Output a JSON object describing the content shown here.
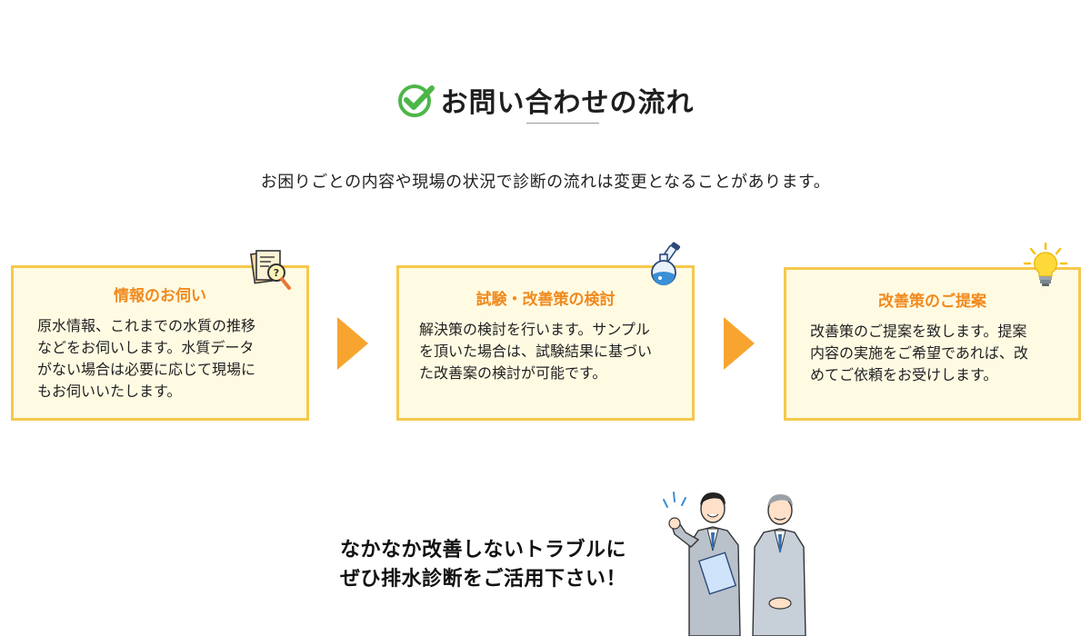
{
  "header": {
    "title": "お問い合わせの流れ",
    "title_icon": "check-circle-icon",
    "subtitle": "お困りごとの内容や現場の状況で診断の流れは変更となることがあります。"
  },
  "steps": [
    {
      "title": "情報のお伺い",
      "icon": "document-magnifier-icon",
      "lines": [
        "原水情報、これまでの水質の推移",
        "などをお伺いします。水質データ",
        "がない場合は必要に応じて現場に",
        "もお伺いいたします。"
      ]
    },
    {
      "title": "試験・改善策の検討",
      "icon": "flask-icon",
      "lines": [
        "解決策の検討を行います。サンプル",
        "を頂いた場合は、試験結果に基づい",
        "た改善案の検討が可能です。"
      ]
    },
    {
      "title": "改善策のご提案",
      "icon": "lightbulb-icon",
      "lines": [
        "改善策のご提案を致します。提案",
        "内容の実施をご希望であれば、改",
        "めてご依頼をお受けします。"
      ]
    }
  ],
  "cta": {
    "line1": "なかなか改善しないトラブルに",
    "line2": "ぜひ排水診断をご活用下さい！"
  },
  "colors": {
    "card_border": "#f6c84c",
    "card_bg": "#fffbe3",
    "card_title": "#f08a1e",
    "arrow": "#f7a530",
    "check": "#4cb748"
  }
}
